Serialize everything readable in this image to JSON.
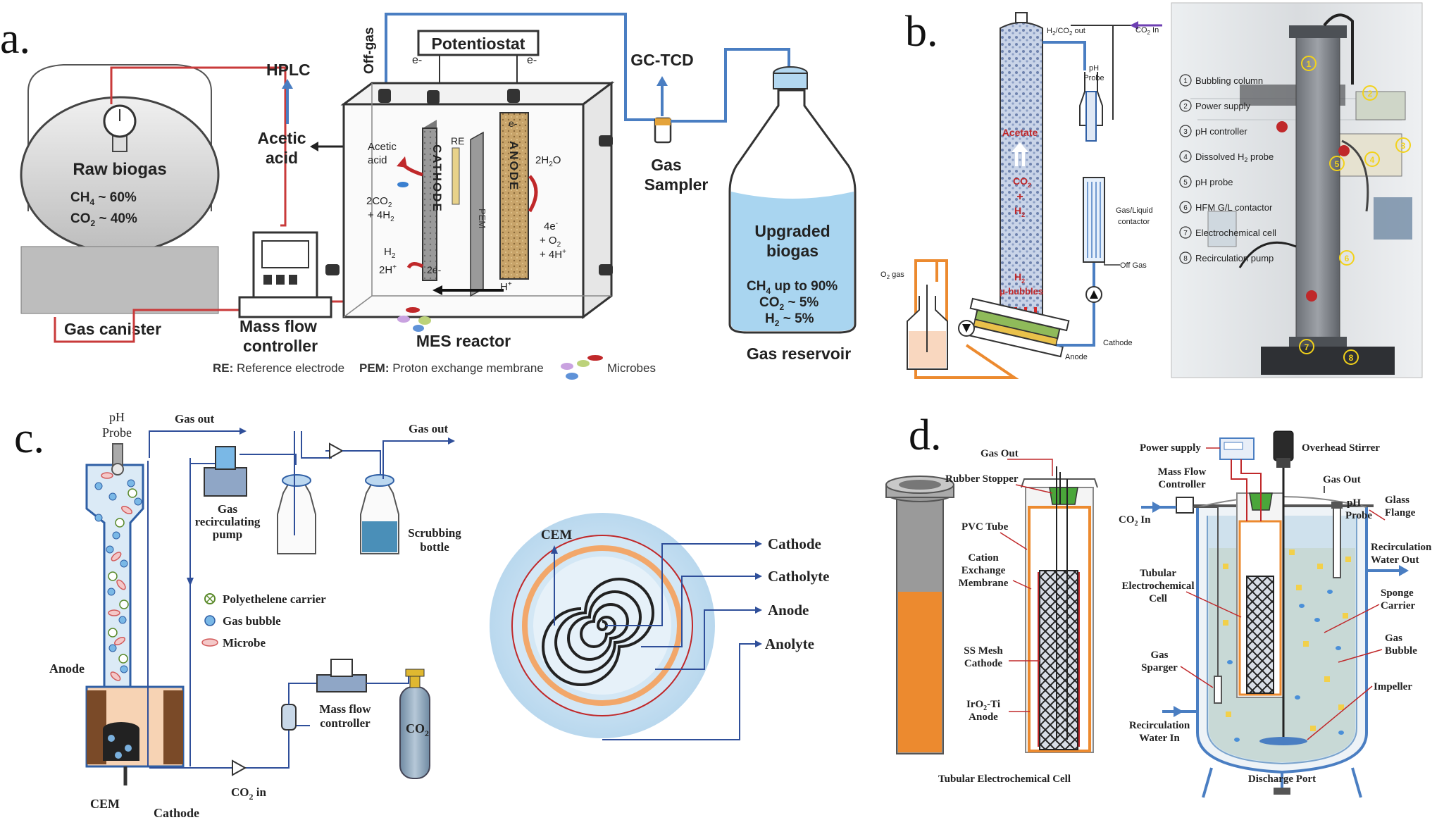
{
  "panels": {
    "a": {
      "letter": "a.",
      "raw_biogas": {
        "title": "Raw biogas",
        "ch4": "CH",
        "ch4_rest": " ~ 60%",
        "co2": "CO",
        "co2_rest": " ~ 40%"
      },
      "gas_canister": "Gas canister",
      "mfc": [
        "Mass flow",
        "controller"
      ],
      "hplc": "HPLC",
      "acetic": [
        "Acetic",
        "acid"
      ],
      "off_gas": "Off-gas",
      "potentiostat": "Potentiostat",
      "e_left": "e-",
      "e_right": "e-",
      "re_label": "RE",
      "cathode": "CATHODE",
      "anode": "ANODE",
      "pem": "PEM",
      "e_inside": "e-",
      "inner_acetic": [
        "Acetic",
        "acid"
      ],
      "two_co2": [
        "2CO",
        "+ 4H"
      ],
      "h2": "H",
      "two_h": "2H",
      "two_e": "2e-",
      "h_plus": "H",
      "two_h2o": "2H",
      "products": [
        "4e",
        "+ O",
        "+ 4H"
      ],
      "mes_reactor": "MES reactor",
      "gc_tcd": "GC-TCD",
      "gas_sampler": [
        "Gas",
        "Sampler"
      ],
      "upgraded": {
        "title": [
          "Upgraded",
          "biogas"
        ],
        "ch4": "CH",
        "ch4_rest": "  up to 90%",
        "co2": "CO",
        "co2_rest": " ~ 5%",
        "h2": "H",
        "h2_rest": " ~ 5%"
      },
      "gas_reservoir": "Gas reservoir",
      "legend": {
        "re": "RE:",
        "re_text": " Reference electrode",
        "pem": "PEM:",
        "pem_text": " Proton exchange membrane",
        "microbes": "Microbes"
      }
    },
    "b": {
      "letter": "b.",
      "h2co2_out": "H",
      "h2co2_out_rest": "/CO",
      "out_suffix": " out",
      "co2_in": "CO",
      "co2_in_rest": " In",
      "ph_probe": [
        "pH",
        "Probe"
      ],
      "acetate": "Acetate",
      "co2": "CO",
      "plus": "+",
      "h2": "H",
      "h2_bottom": "H",
      "mu_bubbles": "μ-bubbles",
      "gas_liquid": [
        "Gas/Liquid",
        "contactor"
      ],
      "off_gas": "Off Gas",
      "o2_gas": "O",
      "o2_gas_rest": " gas",
      "cathode": "Cathode",
      "anode": "Anode",
      "legend": [
        {
          "n": "1",
          "text": "Bubbling column"
        },
        {
          "n": "2",
          "text": "Power supply"
        },
        {
          "n": "3",
          "text": "pH controller"
        },
        {
          "n": "4",
          "text": "Dissolved H",
          "sub": "2",
          "rest": " probe"
        },
        {
          "n": "5",
          "text": "pH probe"
        },
        {
          "n": "6",
          "text": "HFM G/L contactor"
        },
        {
          "n": "7",
          "text": "Electrochemical cell"
        },
        {
          "n": "8",
          "text": "Recirculation pump"
        }
      ],
      "photo_markers": [
        "1",
        "2",
        "3",
        "4",
        "5",
        "6",
        "7",
        "8"
      ]
    },
    "c": {
      "letter": "c.",
      "ph_probe": [
        "pH",
        "Probe"
      ],
      "gas_out_1": "Gas out",
      "gas_out_2": "Gas out",
      "recirc_pump": [
        "Gas",
        "recirculating",
        "pump"
      ],
      "scrubbing": [
        "Scrubbing",
        "bottle"
      ],
      "legend": [
        "Polyethelene carrier",
        "Gas bubble",
        "Microbe"
      ],
      "anode": "Anode",
      "cem": "CEM",
      "cathode": "Cathode",
      "co2_in": "CO",
      "co2_in_rest": " in",
      "mfc": [
        "Mass flow",
        "controller"
      ],
      "co2_cyl": "CO",
      "cross_cem": "CEM",
      "cross_labels": [
        "Cathode",
        "Catholyte",
        "Anode",
        "Anolyte"
      ]
    },
    "d": {
      "letter": "d.",
      "gas_out": "Gas Out",
      "rubber_stopper": "Rubber Stopper",
      "pvc_tube": "PVC Tube",
      "cem": [
        "Cation",
        "Exchange",
        "Membrane"
      ],
      "ss_mesh": [
        "SS Mesh",
        "Cathode"
      ],
      "iro2": [
        "IrO",
        "-Ti",
        "Anode"
      ],
      "tubular_cell_caption": "Tubular Electrochemical Cell",
      "power_supply": "Power supply",
      "overhead_stirrer": "Overhead Stirrer",
      "mfc": [
        "Mass Flow",
        "Controller"
      ],
      "co2_in": "CO",
      "co2_in_rest": " In",
      "gas_out_right": "Gas Out",
      "ph_probe": [
        "pH",
        "Probe"
      ],
      "glass_flange": [
        "Glass",
        "Flange"
      ],
      "recirc_out": [
        "Recirculation",
        "Water Out"
      ],
      "tubular_cell": [
        "Tubular",
        "Electrochemical",
        "Cell"
      ],
      "sponge": [
        "Sponge",
        "Carrier"
      ],
      "gas_bubble": [
        "Gas",
        "Bubble"
      ],
      "gas_sparger": [
        "Gas",
        "Sparger"
      ],
      "impeller": "Impeller",
      "recirc_in": [
        "Recirculation",
        "Water In"
      ],
      "discharge": "Discharge Port"
    }
  },
  "colors": {
    "pipe_blue": "#4a7ec2",
    "pipe_red": "#c93a3a",
    "pipe_orange": "#ec8a2f",
    "liquid_blue": "#a9d5f0",
    "label_navy": "#2f4f9a",
    "cathode_green": "#8fba5a",
    "photo_yellow": "#f2d21a"
  }
}
